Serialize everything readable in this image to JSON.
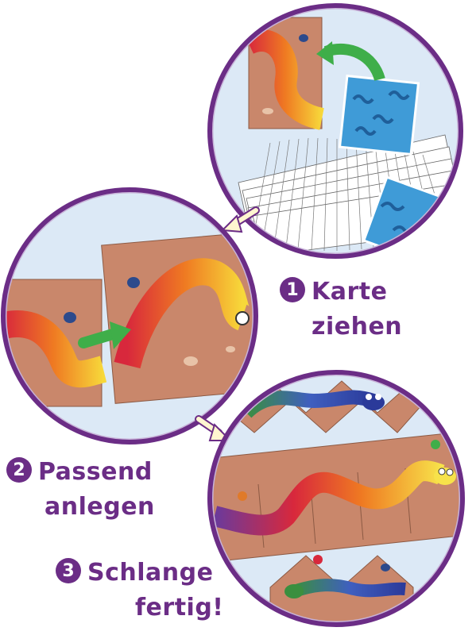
{
  "steps": [
    {
      "number": "1",
      "line1": "Karte",
      "line2": "ziehen"
    },
    {
      "number": "2",
      "line1": "Passend",
      "line2": "anlegen"
    },
    {
      "number": "3",
      "line1": "Schlange",
      "line2": "fertig!"
    }
  ],
  "colors": {
    "ring": "#6b2d86",
    "ring_inner": "#c8b3d8",
    "sky": "#dce9f6",
    "ground": "#c9876b",
    "arrow_green": "#3fae49",
    "card_back": "#3f9bd7"
  },
  "icons": [
    "curved-arrow-icon",
    "arrow-right-icon",
    "pointer-arrow-icon"
  ]
}
